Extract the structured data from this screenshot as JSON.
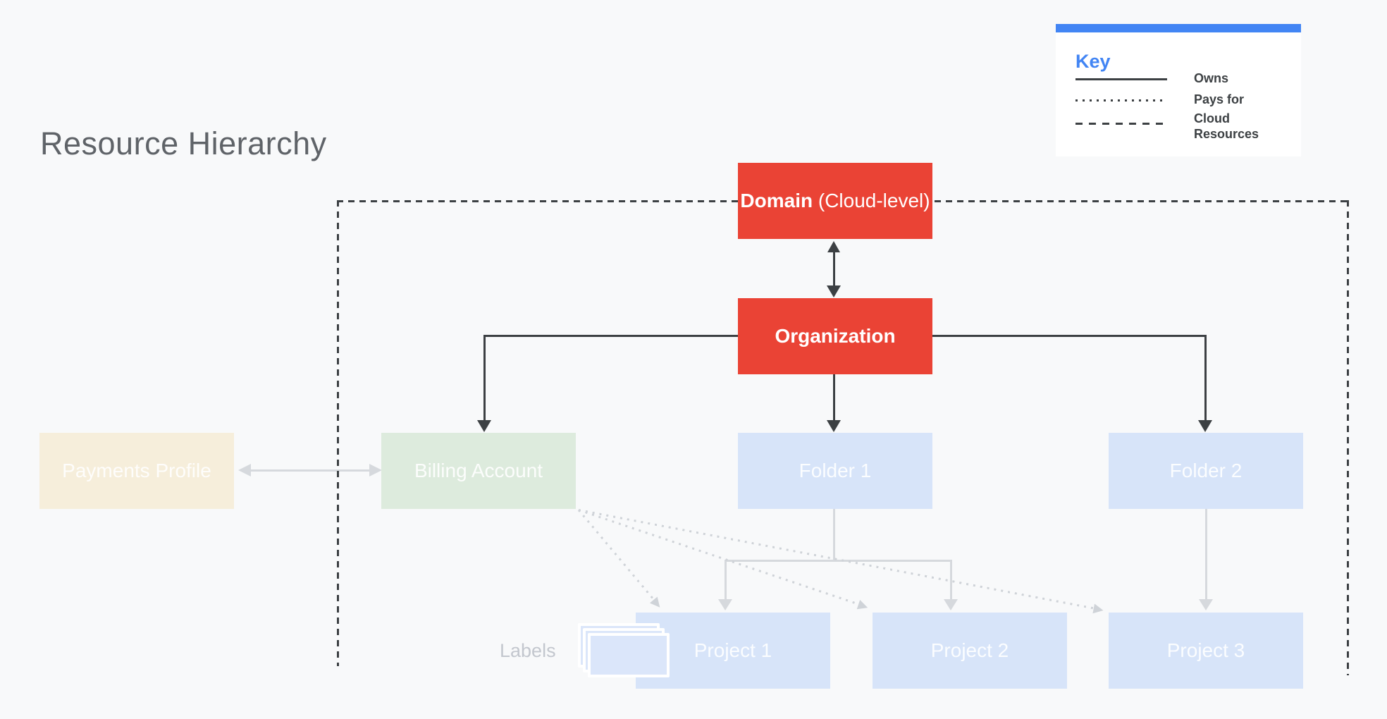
{
  "title": "Resource Hierarchy",
  "key": {
    "heading": "Key",
    "items": [
      {
        "style": "solid",
        "label": "Owns"
      },
      {
        "style": "dotted",
        "label": "Pays for"
      },
      {
        "style": "dashed",
        "label": "Cloud Resources"
      }
    ]
  },
  "nodes": {
    "domain_bold": "Domain",
    "domain_rest": " (Cloud-level)",
    "organization": "Organization",
    "payments_profile": "Payments Profile",
    "billing_account": "Billing Account",
    "folder1": "Folder 1",
    "folder2": "Folder 2",
    "project1": "Project 1",
    "project2": "Project 2",
    "project3": "Project 3"
  },
  "labels_caption": "Labels",
  "colors": {
    "background": "#F8F9FA",
    "accent_blue": "#4285F4",
    "node_red": "#EA4335",
    "node_cream": "#F6EEDB",
    "node_green": "#DDEBDD",
    "node_blue": "#D7E4F9",
    "line_dark": "#3C4043",
    "line_light": "#D6D9DD",
    "title_gray": "#5F6368"
  }
}
